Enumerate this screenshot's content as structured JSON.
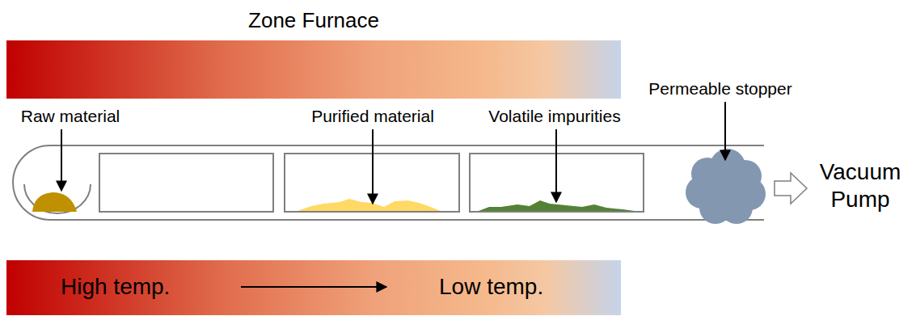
{
  "diagram": {
    "nodes": [
      {
        "text": [
          "Zone Furnace"
        ]
      },
      {
        "text": [
          "High temp.",
          "Low temp."
        ]
      }
    ],
    "labels": [
      "Raw material",
      "Purified material",
      "Volatile impurities",
      "Permeable stopper",
      "Vacuum Pump"
    ]
  }
}
